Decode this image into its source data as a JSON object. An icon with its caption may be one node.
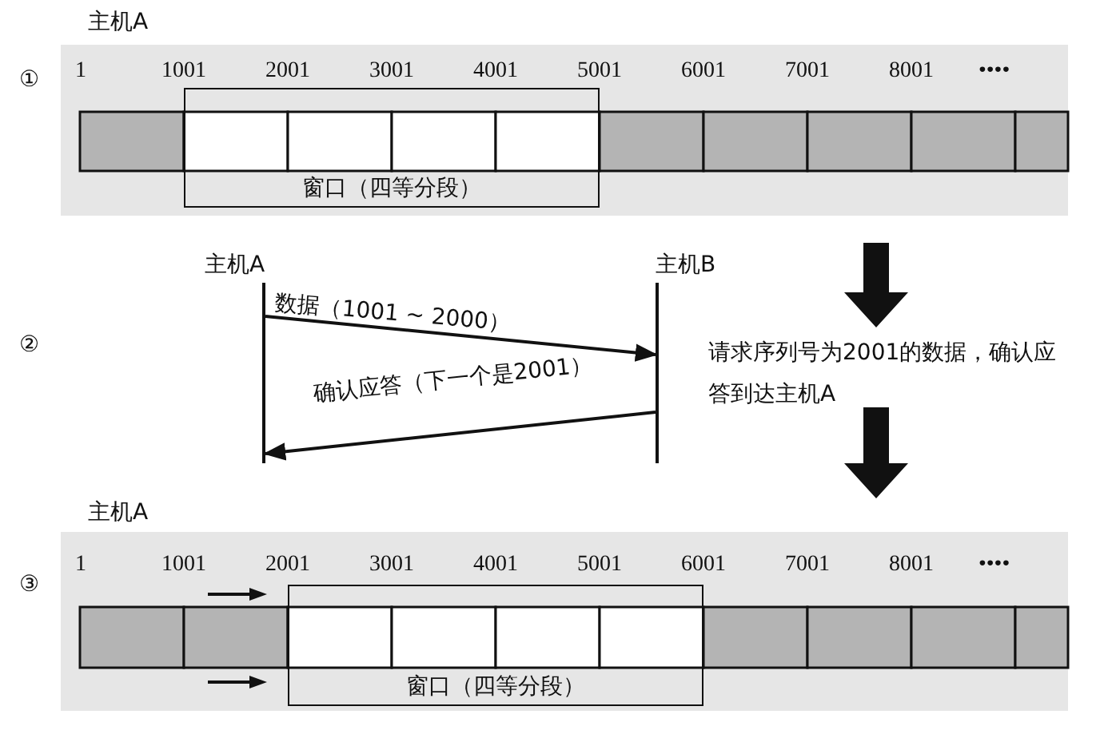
{
  "diagram": {
    "nodes": [
      {
        "text": [
          "窗口（四等分段）"
        ]
      },
      {
        "text": [
          "主机A"
        ]
      },
      {
        "text": [
          "主机B"
        ]
      },
      {
        "text": [
          "窗口（四等分段）"
        ]
      }
    ],
    "edges": [
      {
        "from": 1,
        "to": 2,
        "arrow": "to",
        "label": "数据（1001 ~ 2000）"
      },
      {
        "from": 2,
        "to": 1,
        "arrow": "to",
        "label": "确认应答（下一个是2001）"
      }
    ],
    "labels": [
      "主机A",
      "①",
      "1",
      "1001",
      "2001",
      "3001",
      "4001",
      "5001",
      "6001",
      "7001",
      "8001",
      "••••",
      "②",
      "请求序列号为2001的数据，确认应答到达主机A",
      "主机A",
      "③",
      "1",
      "1001",
      "2001",
      "3001",
      "4001",
      "5001",
      "6001",
      "7001",
      "8001",
      "••••"
    ]
  }
}
